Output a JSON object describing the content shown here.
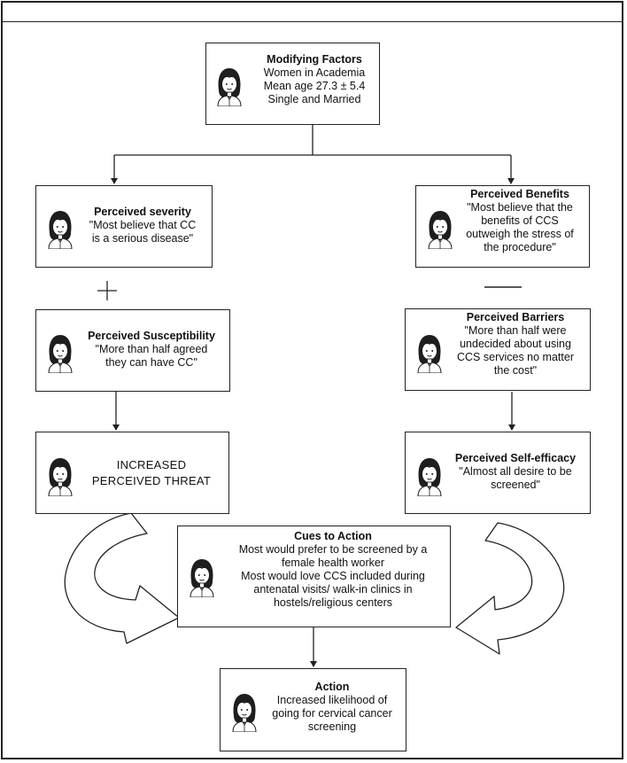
{
  "nodes": {
    "modifying": {
      "title": "Modifying Factors",
      "lines": [
        "Women in Academia",
        "Mean age 27.3 ± 5.4",
        "Single and Married"
      ]
    },
    "severity": {
      "title": "Perceived severity",
      "lines": [
        "\"Most believe that CC",
        "is a serious disease\""
      ]
    },
    "benefits": {
      "title": "Perceived Benefits",
      "lines": [
        "\"Most believe that the",
        "benefits of CCS",
        "outweigh the stress of",
        "the procedure\""
      ]
    },
    "susceptibility": {
      "title": "Perceived Susceptibility",
      "lines": [
        "\"More than half agreed",
        "they can have CC\""
      ]
    },
    "barriers": {
      "title": "Perceived Barriers",
      "lines": [
        "\"More than half were",
        "undecided about using",
        "CCS services no matter",
        "the cost\""
      ]
    },
    "threat": {
      "title": "",
      "lines": [
        "INCREASED",
        "PERCEIVED THREAT"
      ]
    },
    "selfefficacy": {
      "title": "Perceived Self-efficacy",
      "lines": [
        "\"Almost all desire to be",
        "screened\""
      ]
    },
    "cues": {
      "title": "Cues to Action",
      "lines": [
        "Most would prefer to be screened by a",
        "female health worker",
        "Most would love CCS included during",
        "antenatal visits/ walk-in clinics in",
        "hostels/religious centers"
      ]
    },
    "action": {
      "title": "Action",
      "lines": [
        "Increased likelihood of",
        "going for cervical cancer",
        "screening"
      ]
    }
  },
  "symbols": {
    "plus": "+",
    "minus": "—"
  },
  "icons": {
    "person": "woman-avatar-icon"
  },
  "colors": {
    "stroke": "#222222",
    "skin": "#ffffff",
    "hair": "#1e1e1e"
  }
}
